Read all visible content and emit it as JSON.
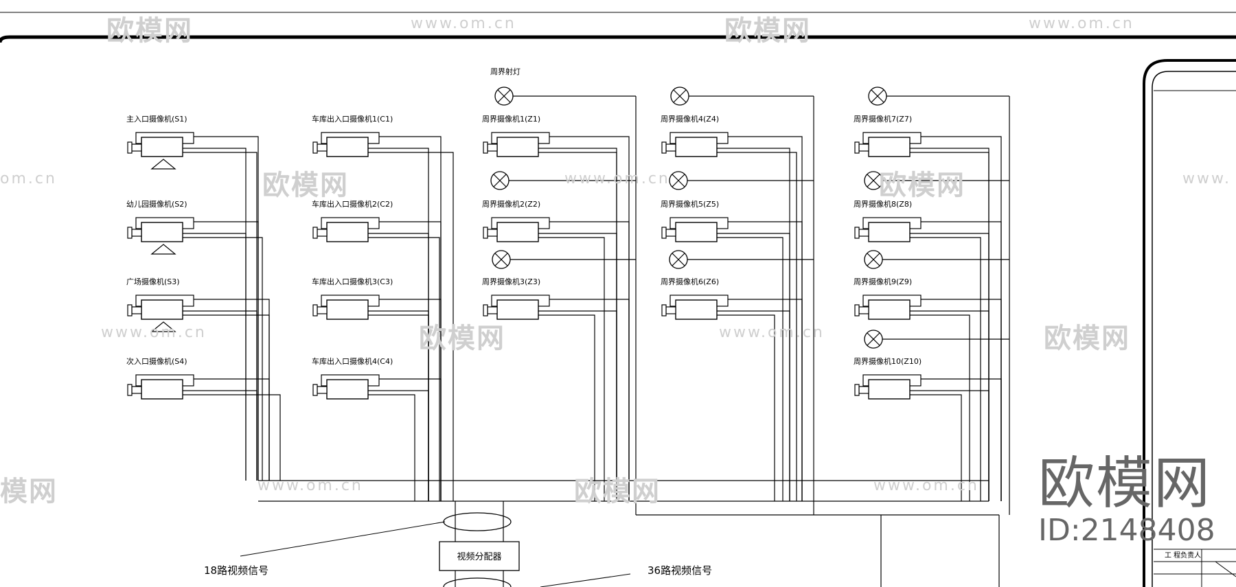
{
  "diagram": {
    "cameras": [
      {
        "id": "S1",
        "label": "主入口摄像机(S1)"
      },
      {
        "id": "S2",
        "label": "幼儿园摄像机(S2)"
      },
      {
        "id": "S3",
        "label": "广场摄像机(S3)"
      },
      {
        "id": "S4",
        "label": "次入口摄像机(S4)"
      },
      {
        "id": "C1",
        "label": "车库出入口摄像机1(C1)"
      },
      {
        "id": "C2",
        "label": "车库出入口摄像机2(C2)"
      },
      {
        "id": "C3",
        "label": "车库出入口摄像机3(C3)"
      },
      {
        "id": "C4",
        "label": "车库出入口摄像机4(C4)"
      },
      {
        "id": "Z1",
        "label": "周界摄像机1(Z1)"
      },
      {
        "id": "Z2",
        "label": "周界摄像机2(Z2)"
      },
      {
        "id": "Z3",
        "label": "周界摄像机3(Z3)"
      },
      {
        "id": "Z4",
        "label": "周界摄像机4(Z4)"
      },
      {
        "id": "Z5",
        "label": "周界摄像机5(Z5)"
      },
      {
        "id": "Z6",
        "label": "周界摄像机6(Z6)"
      },
      {
        "id": "Z7",
        "label": "周界摄像机7(Z7)"
      },
      {
        "id": "Z8",
        "label": "周界摄像机8(Z8)"
      },
      {
        "id": "Z9",
        "label": "周界摄像机9(Z9)"
      },
      {
        "id": "Z10",
        "label": "周界摄像机10(Z10)"
      }
    ],
    "floodlight_label": "周界射灯",
    "distributor_label": "视频分配器",
    "signal_18": "18路视频信号",
    "signal_36": "36路视频信号",
    "titleblock_label": "工 程负责人"
  },
  "watermark": {
    "brand": "欧模网",
    "url": "www.om.cn",
    "id": "ID:2148408",
    "url_partial": "om.cn",
    "brand_partial": "模网",
    "url_partial_right": "www."
  },
  "colors": {
    "line": "#000000",
    "watermark": "#cfcfcf"
  }
}
